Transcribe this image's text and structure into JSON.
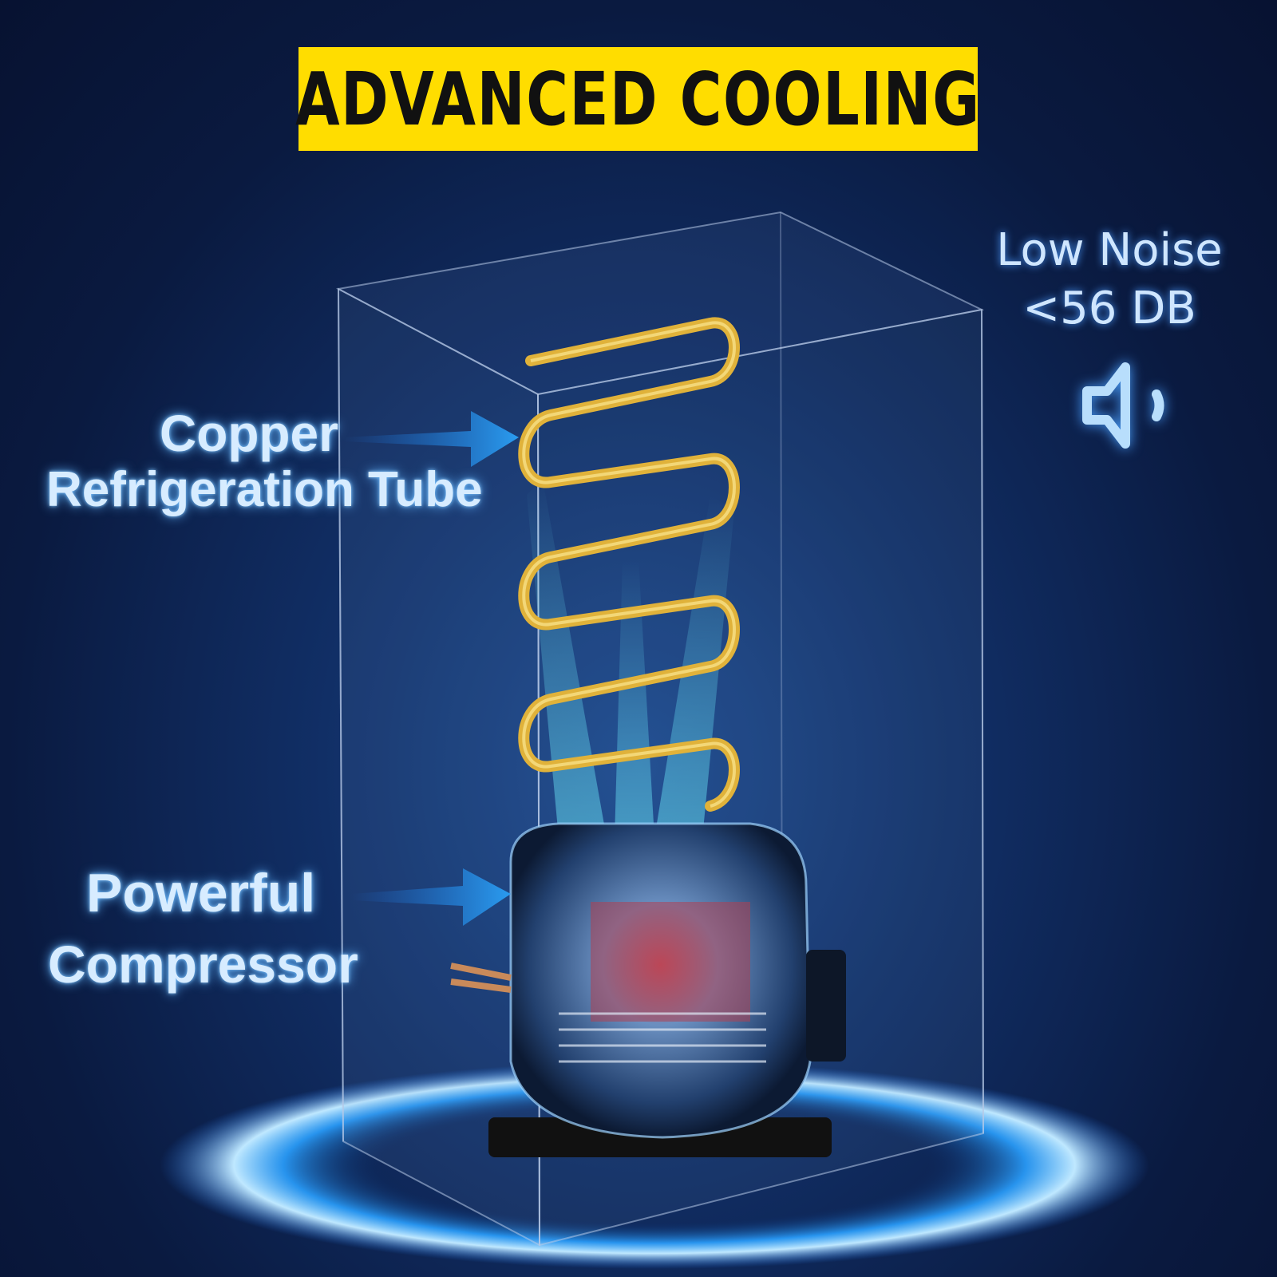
{
  "title": "ADVANCED COOLING",
  "labels": {
    "copper_line1": "Copper",
    "copper_line2": "Refrigeration Tube",
    "compressor_line1": "Powerful",
    "compressor_line2": "Compressor"
  },
  "noise": {
    "line1": "Low Noise",
    "line2": "<56 DB",
    "icon": "speaker-icon"
  },
  "colors": {
    "banner": "#ffdd00",
    "background": "#0a1a40",
    "copper": "#e0b23a",
    "glow": "#2f9bff"
  }
}
